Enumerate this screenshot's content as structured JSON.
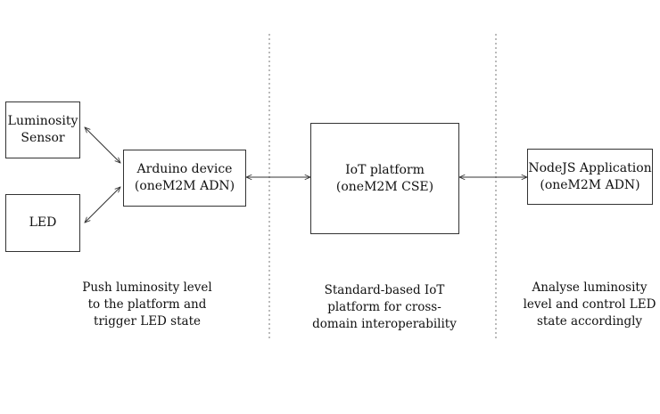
{
  "nodes": {
    "sensor": {
      "lines": [
        "Luminosity",
        "Sensor"
      ]
    },
    "led": {
      "lines": [
        "LED"
      ]
    },
    "arduino": {
      "lines": [
        "Arduino device",
        "(oneM2M ADN)"
      ]
    },
    "iot": {
      "lines": [
        "IoT platform",
        "(oneM2M CSE)"
      ]
    },
    "nodejs": {
      "lines": [
        "NodeJS Application",
        "(oneM2M ADN)"
      ]
    }
  },
  "captions": {
    "left": [
      "Push luminosity level",
      "to the platform and",
      "trigger LED state"
    ],
    "middle": [
      "Standard-based IoT",
      "platform for cross-",
      "domain interoperability"
    ],
    "right": [
      "Analyse luminosity",
      "level and control LED",
      "state accordingly"
    ]
  }
}
